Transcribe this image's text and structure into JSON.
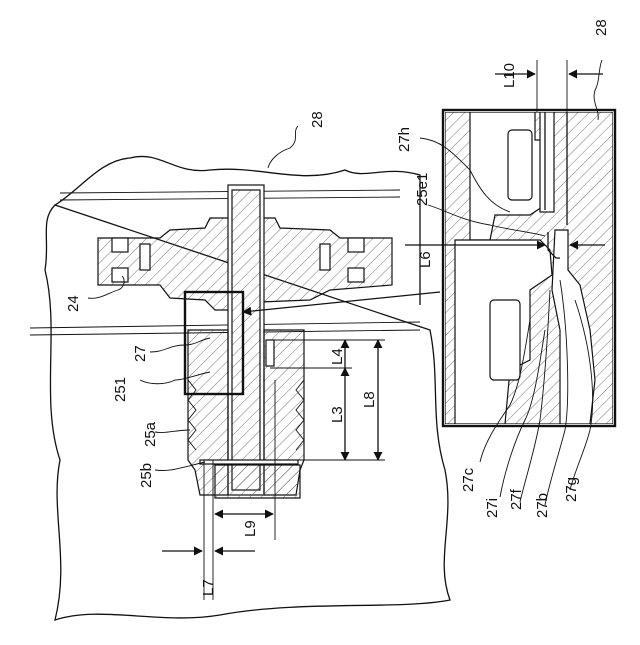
{
  "labels": {
    "l28_top_right": "28",
    "l28_main": "28",
    "l24": "24",
    "l27": "27",
    "l251": "251",
    "l25a": "25a",
    "l25b": "25b",
    "lL3": "L3",
    "lL4": "L4",
    "lL8": "L8",
    "lL7": "L7",
    "lL9": "L9",
    "lL6": "L6",
    "lL10": "L10",
    "l27h": "27h",
    "l25e1": "25e1",
    "l27c": "27c",
    "l27i": "27i",
    "l27f": "27f",
    "l27b": "27b",
    "l27g": "27g"
  }
}
